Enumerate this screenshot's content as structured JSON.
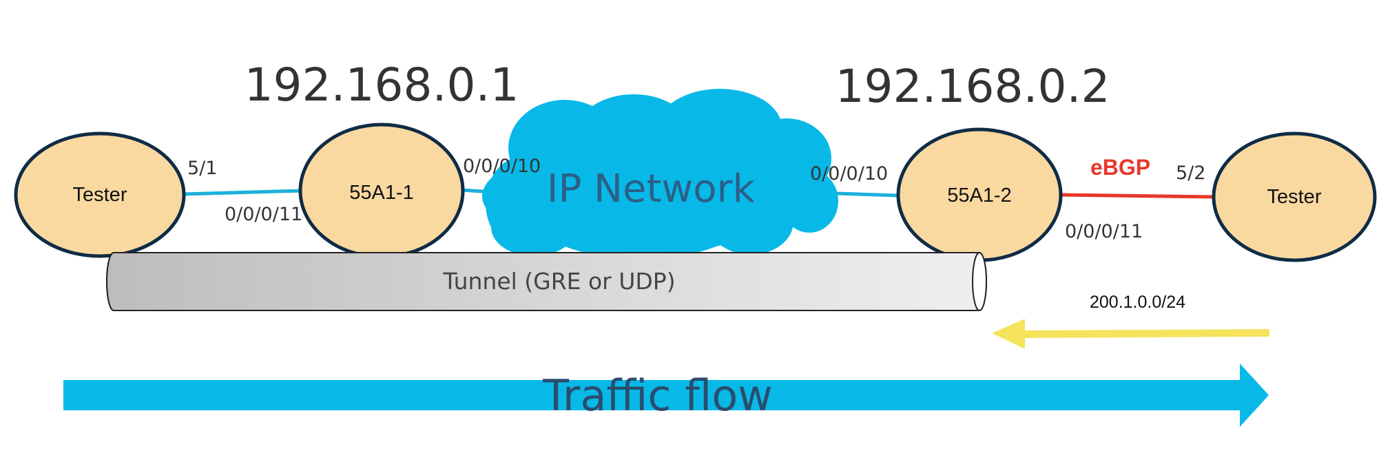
{
  "nodes": {
    "tester_left": {
      "label": "Tester"
    },
    "router_1": {
      "label": "55A1-1",
      "ip": "192.168.0.1"
    },
    "router_2": {
      "label": "55A1-2",
      "ip": "192.168.0.2"
    },
    "tester_right": {
      "label": "Tester"
    }
  },
  "ports": {
    "tester_left_port": "5/1",
    "router_1_tester_side": "0/0/0/11",
    "router_1_network_side": "0/0/0/10",
    "router_2_network_side": "0/0/0/10",
    "router_2_tester_side": "0/0/0/11",
    "tester_right_port": "5/2"
  },
  "cloud": {
    "label": "IP Network"
  },
  "tunnel": {
    "label": "Tunnel (GRE or UDP)"
  },
  "ebgp": {
    "label": "eBGP"
  },
  "prefix": {
    "label": "200.1.0.0/24"
  },
  "traffic": {
    "label": "Traffic flow"
  },
  "colors": {
    "node_fill": "#f9d9a0",
    "node_stroke": "#0f2c45",
    "link": "#1bb0dc",
    "cloud": "#08b9e8",
    "ebgp_link": "#e8382a",
    "advert_arrow": "#f6e35c",
    "traffic_arrow": "#08b9e8"
  }
}
